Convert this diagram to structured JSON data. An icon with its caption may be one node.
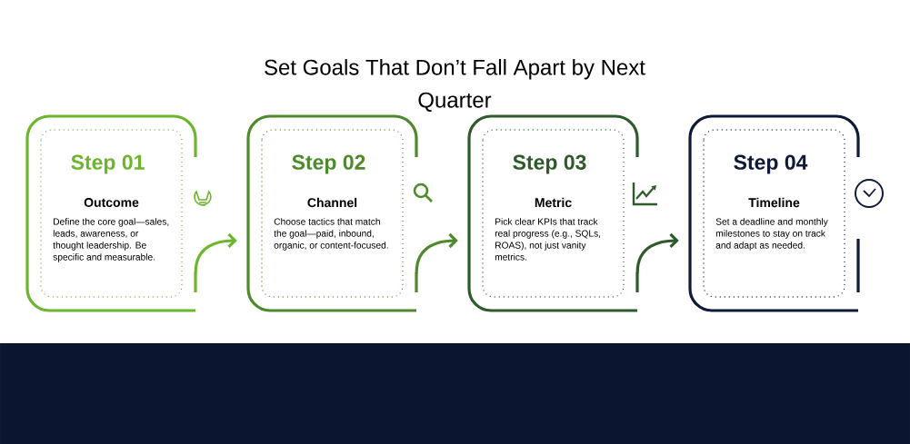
{
  "diagram": {
    "title": "Set Goals That Don’t Fall Apart by Next Quarter",
    "nodes": [
      {
        "text": [
          "Step 01",
          "Outcome",
          "Define the core goal—sales, leads, awareness, or thought leadership. Be specific and measurable."
        ]
      },
      {
        "text": [
          "Step 02",
          "Channel",
          "Choose tactics that match the goal—paid, inbound, organic, or content-focused."
        ]
      },
      {
        "text": [
          "Step 03",
          "Metric",
          "Pick clear KPIs that track real progress (e.g., SQLs, ROAS), not just vanity metrics."
        ]
      },
      {
        "text": [
          "Step 04",
          "Timeline",
          "Set a deadline and monthly milestones to stay on track and adapt as needed."
        ]
      }
    ],
    "edges": [
      {
        "from": 0,
        "to": 1,
        "arrow": "to",
        "color": "#6cb52d"
      },
      {
        "from": 1,
        "to": 2,
        "arrow": "to",
        "color": "#4e8a2c"
      },
      {
        "from": 2,
        "to": 3,
        "arrow": "to",
        "color": "#2f5a2b"
      }
    ]
  }
}
